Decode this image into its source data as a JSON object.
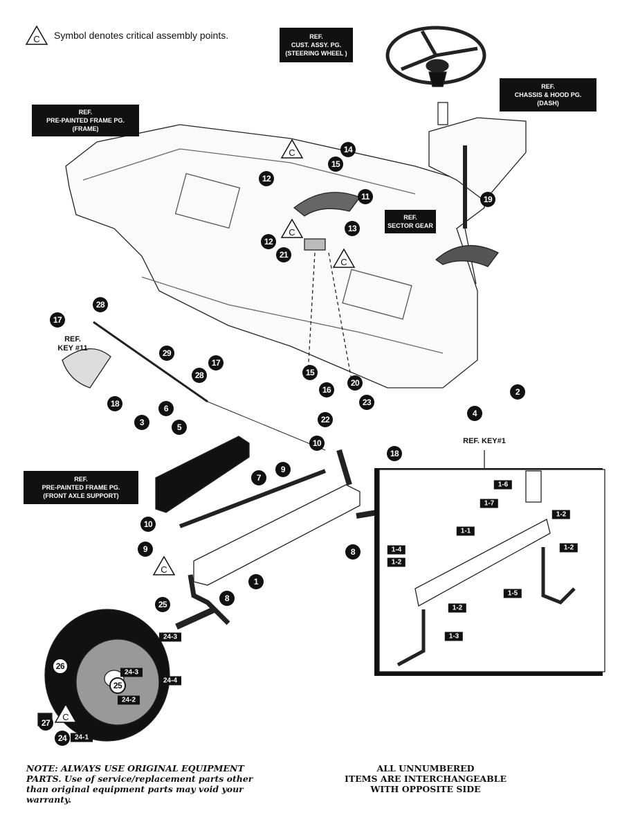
{
  "legend": {
    "symbol": "C",
    "text": "Symbol denotes critical assembly points."
  },
  "refs": {
    "steering_wheel": [
      "REF.",
      "CUST. ASSY. PG.",
      "(STEERING WHEEL )"
    ],
    "dash": [
      "REF.",
      "CHASSIS & HOOD PG.",
      "(DASH)"
    ],
    "frame": [
      "REF.",
      "PRE-PAINTED FRAME PG.",
      "(FRAME)"
    ],
    "sector_gear": [
      "REF.",
      "SECTOR GEAR"
    ],
    "front_axle_support": [
      "REF.",
      "PRE-PAINTED FRAME PG.",
      "(FRONT AXLE SUPPORT)"
    ],
    "key11": [
      "REF.",
      "KEY #11"
    ],
    "key1": "REF. KEY#1"
  },
  "critical_symbol": "C",
  "callouts": [
    "14",
    "15",
    "12",
    "11",
    "19",
    "13",
    "12",
    "21",
    "28",
    "17",
    "29",
    "17",
    "28",
    "15",
    "20",
    "16",
    "23",
    "18",
    "2",
    "4",
    "6",
    "3",
    "5",
    "22",
    "10",
    "18",
    "9",
    "7",
    "10",
    "9",
    "8",
    "1",
    "8",
    "25",
    "26",
    "25",
    "27",
    "24"
  ],
  "wheel_tags": [
    "24-3",
    "24-3",
    "24-4",
    "24-2",
    "24-1"
  ],
  "inset_tags": [
    "1-6",
    "1-7",
    "1-2",
    "1-1",
    "1-2",
    "1-4",
    "1-2",
    "1-5",
    "1-2",
    "1-3"
  ],
  "notes": {
    "left": [
      "NOTE: ALWAYS USE ORIGINAL EQUIPMENT",
      "PARTS. Use of service/replacement parts other",
      "than original equipment parts may void your",
      "warranty."
    ],
    "right": [
      "ALL UNNUMBERED",
      "ITEMS ARE INTERCHANGEABLE",
      "WITH OPPOSITE SIDE"
    ]
  }
}
